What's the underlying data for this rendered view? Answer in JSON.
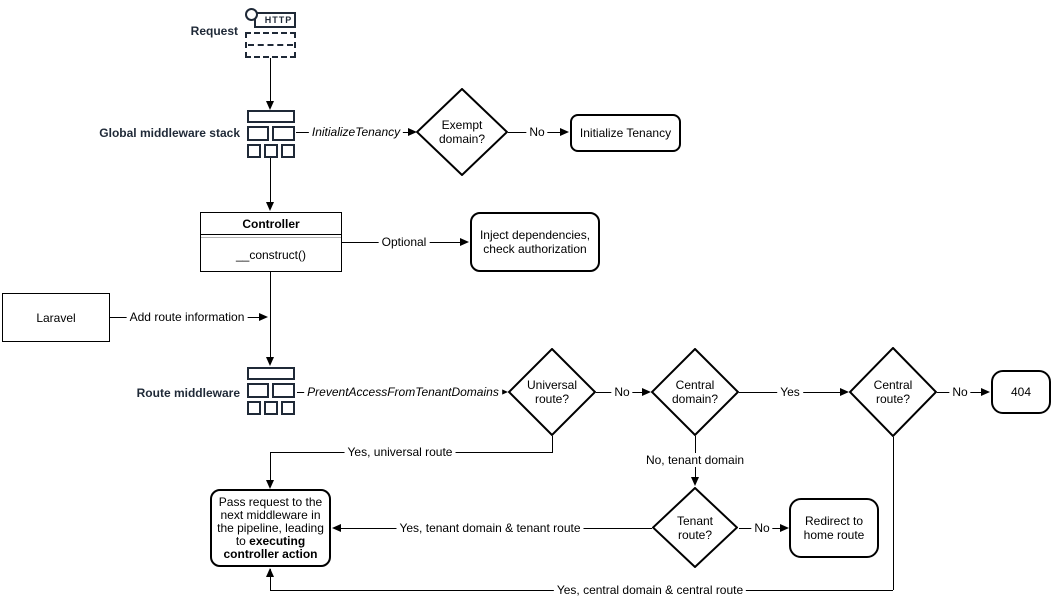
{
  "colors": {
    "accent_navy": "#1f2937",
    "line": "#000000",
    "shape_fill": "#ffffff",
    "uml_divider_gray": "#b3b3b3"
  },
  "nodes": {
    "request": {
      "label": "Request",
      "http_text": "HTTP"
    },
    "global_middleware": {
      "label": "Global middleware stack"
    },
    "exempt_domain": {
      "label": "Exempt domain?"
    },
    "initialize_tenancy": {
      "label": "Initialize Tenancy"
    },
    "controller": {
      "title": "Controller",
      "method": "__construct()"
    },
    "inject_dependencies": {
      "label": "Inject dependencies, check authorization"
    },
    "laravel": {
      "label": "Laravel"
    },
    "route_middleware": {
      "label": "Route middleware"
    },
    "universal_route": {
      "label": "Universal route?"
    },
    "central_domain": {
      "label": "Central domain?"
    },
    "central_route": {
      "label": "Central route?"
    },
    "not_found": {
      "label": "404"
    },
    "tenant_route": {
      "label": "Tenant route?"
    },
    "redirect_home": {
      "label": "Redirect to home route"
    },
    "pass_request": {
      "text_normal": "Pass request to the next middleware in the pipeline, leading to ",
      "text_bold": "executing controller action"
    }
  },
  "edges": {
    "initialize_tenancy_mw": "InitializeTenancy",
    "exempt_no": "No",
    "optional": "Optional",
    "add_route_information": "Add route information",
    "prevent_access_mw": "PreventAccessFromTenantDomains",
    "universal_no": "No",
    "universal_yes": "Yes, universal route",
    "central_domain_yes": "Yes",
    "central_domain_no": "No, tenant domain",
    "central_route_no": "No",
    "central_route_yes": "Yes, central domain & central route",
    "tenant_no": "No",
    "tenant_yes": "Yes, tenant domain & tenant route"
  }
}
